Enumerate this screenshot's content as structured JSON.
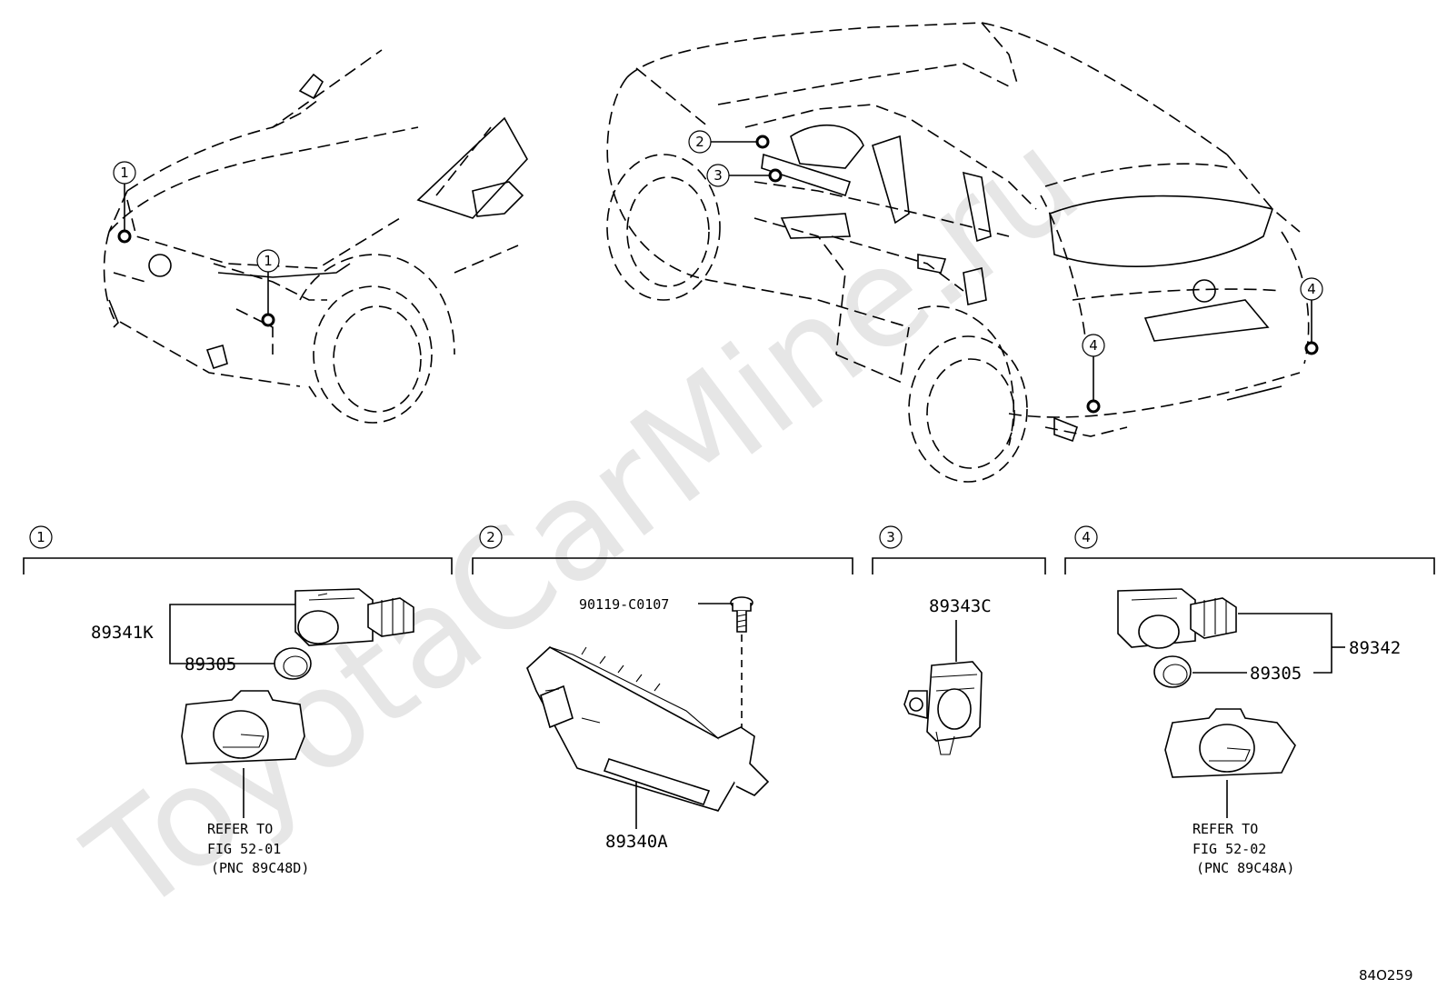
{
  "watermark": "ToyotaCarMine.ru",
  "diagram_code": "84O259",
  "callouts": {
    "c1": "1",
    "c2": "2",
    "c3": "3",
    "c4": "4"
  },
  "groups": [
    {
      "number": "1"
    },
    {
      "number": "2"
    },
    {
      "number": "3"
    },
    {
      "number": "4"
    }
  ],
  "parts": {
    "sensor_front": "89341K",
    "retainer_front": "89305",
    "bolt": "90119-C0107",
    "ecu": "89340A",
    "buzzer": "89343C",
    "sensor_rear": "89342",
    "retainer_rear": "89305"
  },
  "references": {
    "front": {
      "line1": "REFER TO",
      "line2": "FIG 52-01",
      "line3": "(PNC 89C48D)"
    },
    "rear": {
      "line1": "REFER TO",
      "line2": "FIG 52-02",
      "line3": "(PNC 89C48A)"
    }
  }
}
